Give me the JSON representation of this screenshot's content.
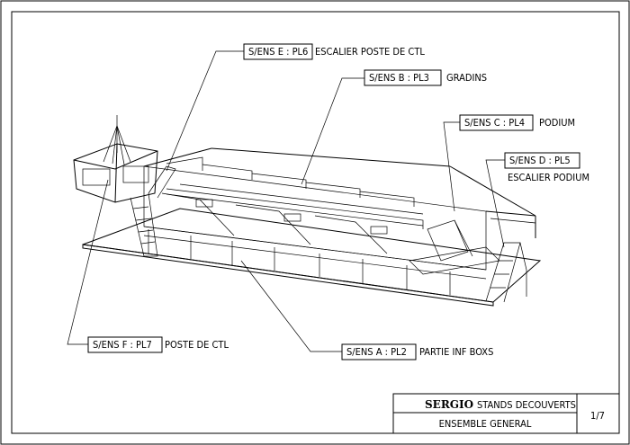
{
  "callouts": [
    {
      "ref": "S/ENS E : PL6",
      "desc": "ESCALIER POSTE DE CTL"
    },
    {
      "ref": "S/ENS B : PL3",
      "desc": "GRADINS"
    },
    {
      "ref": "S/ENS C : PL4",
      "desc": "PODIUM"
    },
    {
      "ref": "S/ENS D : PL5",
      "desc": "ESCALIER PODIUM"
    },
    {
      "ref": "S/ENS F : PL7",
      "desc": "POSTE DE CTL"
    },
    {
      "ref": "S/ENS A : PL2",
      "desc": "PARTIE INF BOXS"
    }
  ],
  "title_block": {
    "company": "SERGIO",
    "project": "STANDS DECOUVERTS",
    "subtitle": "ENSEMBLE GENERAL",
    "sheet": "1/7"
  }
}
